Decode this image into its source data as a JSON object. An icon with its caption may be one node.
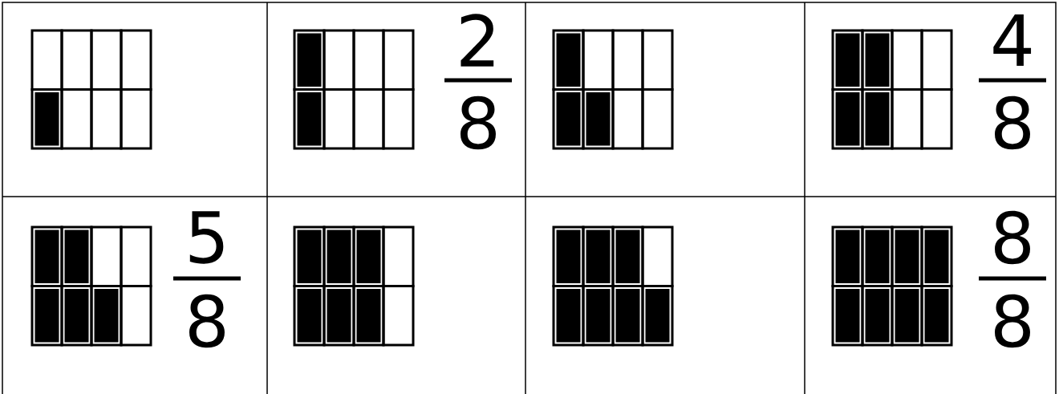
{
  "diagram": {
    "labels": [
      "2",
      "8",
      "4",
      "8",
      "5",
      "8",
      "8",
      "8"
    ]
  }
}
